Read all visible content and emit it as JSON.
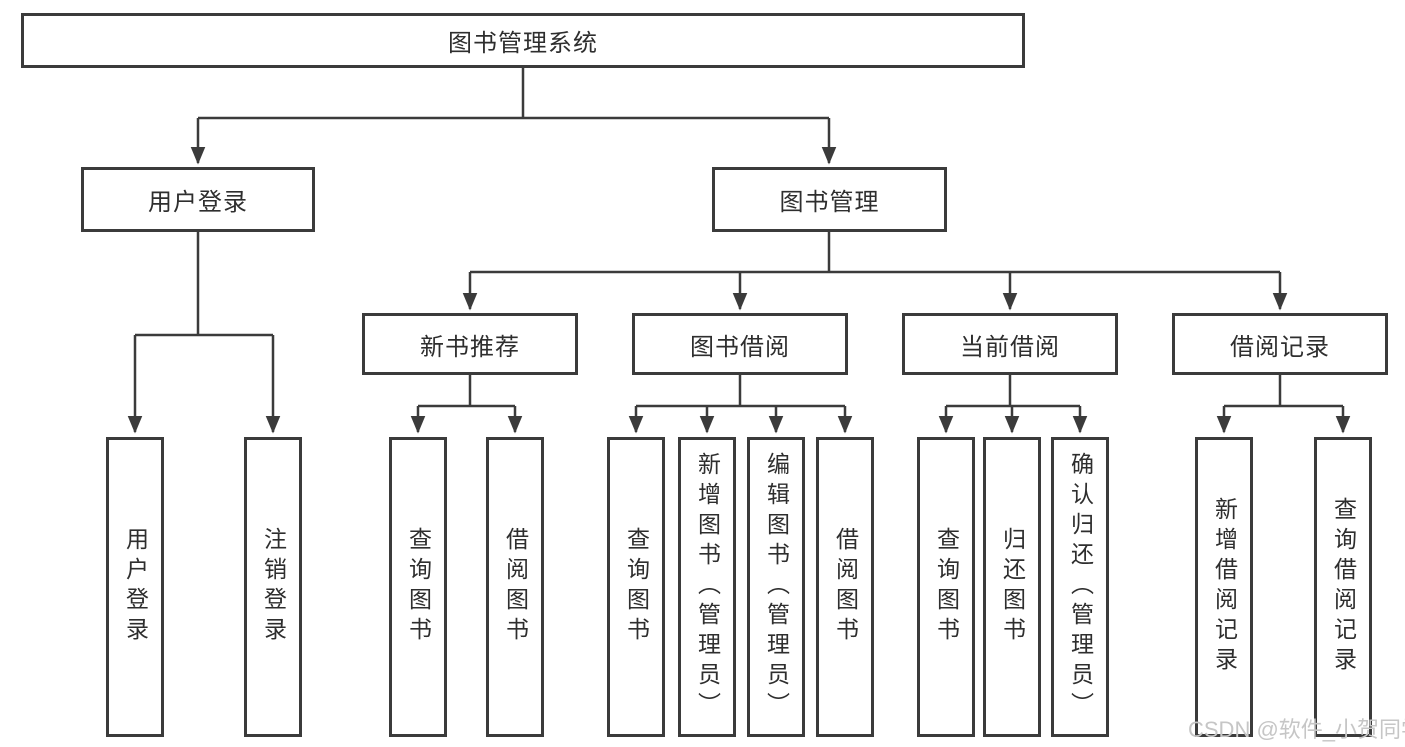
{
  "diagram": {
    "title": "图书管理系统",
    "branches": [
      {
        "label": "用户登录",
        "children": [
          "用户登录",
          "注销登录"
        ]
      },
      {
        "label": "图书管理",
        "sections": [
          {
            "label": "新书推荐",
            "children": [
              "查询图书",
              "借阅图书"
            ]
          },
          {
            "label": "图书借阅",
            "children": [
              "查询图书",
              "新增图书（管理员）",
              "编辑图书（管理员）",
              "借阅图书"
            ]
          },
          {
            "label": "当前借阅",
            "children": [
              "查询图书",
              "归还图书",
              "确认归还（管理员）"
            ]
          },
          {
            "label": "借阅记录",
            "children": [
              "新增借阅记录",
              "查询借阅记录"
            ]
          }
        ]
      }
    ],
    "colors": {
      "line": "#3b3b3b",
      "box_background": "#ffffff",
      "text": "#2e2e2e",
      "watermark": "#c6c6c6"
    }
  },
  "watermark": {
    "text": "CSDN @软件_小贺同学"
  }
}
